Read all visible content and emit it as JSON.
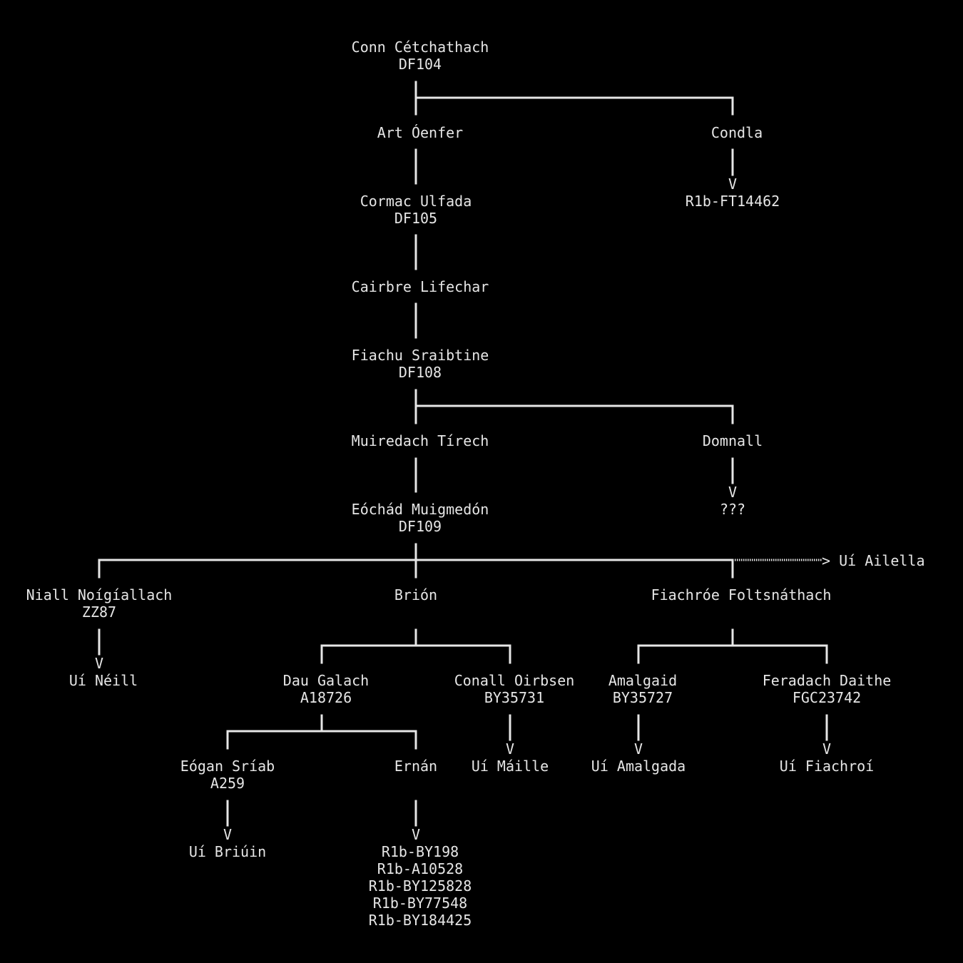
{
  "tree": {
    "root": {
      "name": "Conn Cétchathach",
      "snp": "DF104"
    },
    "art": {
      "name": "Art Óenfer"
    },
    "condla": {
      "name": "Condla",
      "leaf": "R1b-FT14462"
    },
    "cormac": {
      "name": "Cormac Ulfada",
      "snp": "DF105"
    },
    "cairbre": {
      "name": "Cairbre Lifechar"
    },
    "fiachu": {
      "name": "Fiachu Sraibtine",
      "snp": "DF108"
    },
    "muiredach": {
      "name": "Muiredach Tírech"
    },
    "domnall": {
      "name": "Domnall",
      "leaf": "???"
    },
    "eochad": {
      "name": "Eóchád Muigmedón",
      "snp": "DF109"
    },
    "ailella_label": "Uí Ailella",
    "niall": {
      "name": "Niall Noígíallach",
      "snp": "ZZ87",
      "leaf": "Uí Néill"
    },
    "brion": {
      "name": "Brión"
    },
    "fiachroe": {
      "name": "Fiachróe Foltsnáthach"
    },
    "dau": {
      "name": "Dau Galach",
      "snp": "A18726"
    },
    "conall": {
      "name": "Conall Oirbsen",
      "snp": "BY35731",
      "leaf": "Uí Máille"
    },
    "amalgaid": {
      "name": "Amalgaid",
      "snp": "BY35727",
      "leaf": "Uí Amalgada"
    },
    "feradach": {
      "name": "Feradach Daithe",
      "snp": "FGC23742",
      "leaf": "Uí Fiachroí"
    },
    "eogan": {
      "name": "Eógan Sríab",
      "snp": "A259",
      "leaf": "Uí Briúin"
    },
    "ernan": {
      "name": "Ernán",
      "leaf_lines": [
        "R1b-BY198",
        "R1b-A10528",
        "R1b-BY125828",
        "R1b-BY77548",
        "R1b-BY184425"
      ]
    }
  },
  "arrow_glyph": "V",
  "colors": {
    "background": "#000000",
    "text": "#e6e6e6",
    "line": "#e6e6e6"
  }
}
